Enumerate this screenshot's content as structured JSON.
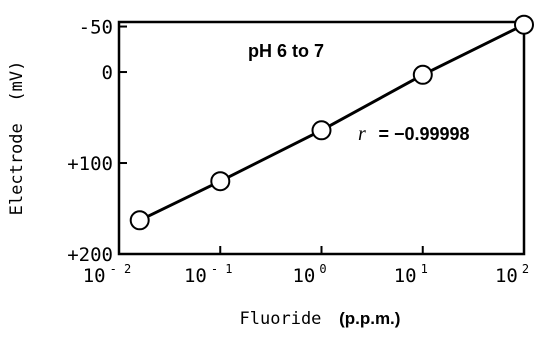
{
  "chart_data": {
    "type": "line",
    "x_scale": "log",
    "y_inverted": true,
    "x": [
      0.016,
      0.1,
      1,
      10,
      100
    ],
    "series": [
      {
        "values": [
          163,
          120,
          64,
          3,
          -52
        ]
      }
    ],
    "xlim": [
      0.01,
      100
    ],
    "ylim": [
      -55,
      200
    ],
    "xticks": [
      {
        "base": "10",
        "exp": "- 2"
      },
      {
        "base": "10",
        "exp": "- 1"
      },
      {
        "base": "10",
        "exp": "0"
      },
      {
        "base": "10",
        "exp": "1"
      },
      {
        "base": "10",
        "exp": "2"
      }
    ],
    "yticks": [
      {
        "value": -50,
        "label": "-50"
      },
      {
        "value": 0,
        "label": "0"
      },
      {
        "value": 100,
        "label": "+100"
      },
      {
        "value": 200,
        "label": "+200"
      }
    ],
    "xlabel": "Fluoride",
    "xlabel_unit": "(p.p.m.)",
    "ylabel": "Electrode",
    "ylabel_unit": "(mV)",
    "annotations": {
      "ph": "pH 6 to 7",
      "r_symbol": "r",
      "r_value": "= −0.99998"
    },
    "grid": false,
    "legend": "none",
    "colors": {
      "line": "#000000",
      "marker_fill": "#ffffff"
    }
  }
}
